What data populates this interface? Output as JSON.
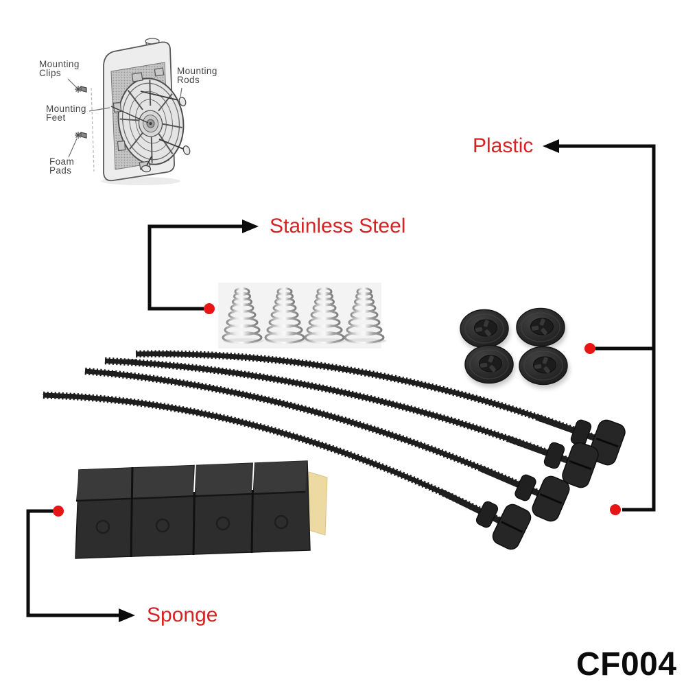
{
  "product": {
    "code": "CF004"
  },
  "diagram": {
    "labels": [
      {
        "id": "mounting-clips",
        "line1": "Mounting",
        "line2": "Clips"
      },
      {
        "id": "mounting-rods",
        "line1": "Mounting",
        "line2": "Rods"
      },
      {
        "id": "mounting-feet",
        "line1": "Mounting",
        "line2": "Feet"
      },
      {
        "id": "foam-pads",
        "line1": "Foam",
        "line2": "Pads"
      }
    ]
  },
  "material_callouts": {
    "plastic": {
      "label": "Plastic"
    },
    "stainless_steel": {
      "label": "Stainless Steel"
    },
    "sponge": {
      "label": "Sponge"
    }
  },
  "colors": {
    "label_red": "#d62222",
    "marker_red": "#e91414",
    "arrow_black": "#0c0c0c",
    "background": "#ffffff"
  }
}
